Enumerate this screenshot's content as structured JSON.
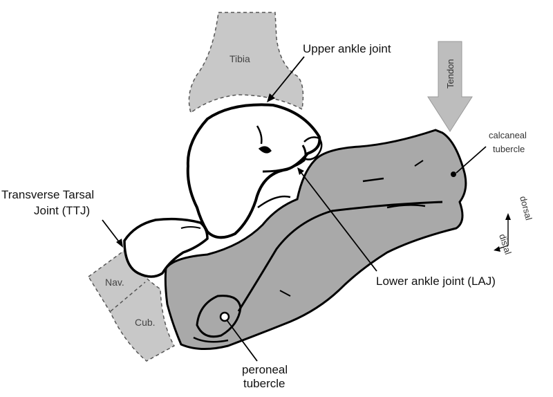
{
  "labels": {
    "tibia": "Tibia",
    "upper_ankle_joint": "Upper ankle joint",
    "tendon": "Tendon",
    "calcaneal_tubercle_1": "calcaneal",
    "calcaneal_tubercle_2": "tubercle",
    "ttj_1": "Transverse Tarsal",
    "ttj_2": "Joint (TTJ)",
    "navicular": "Nav.",
    "cuboid": "Cub.",
    "lower_ankle_joint": "Lower ankle joint (LAJ)",
    "peroneal_tubercle_1": "peroneal",
    "peroneal_tubercle_2": "tubercle",
    "dorsal": "dorsal",
    "distal": "distal"
  },
  "colors": {
    "bone_fill": "#a9a9a9",
    "tibia_fill": "#c8c8c8",
    "outline": "#000000",
    "background": "#ffffff"
  }
}
